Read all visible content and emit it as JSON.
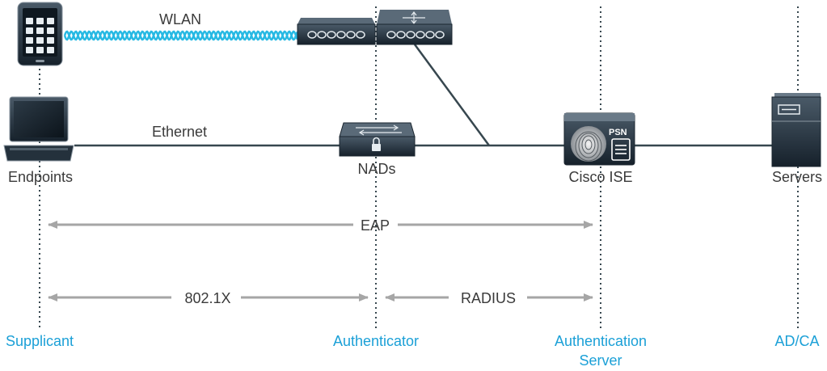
{
  "labels": {
    "wlan": "WLAN",
    "ethernet": "Ethernet",
    "endpoints": "Endpoints",
    "nads": "NADs",
    "cisco_ise": "Cisco ISE",
    "psn": "PSN",
    "servers": "Servers"
  },
  "flows": {
    "eap": "EAP",
    "dot1x": "802.1X",
    "radius": "RADIUS"
  },
  "roles": {
    "supplicant": "Supplicant",
    "authenticator": "Authenticator",
    "authentication_server_line1": "Authentication",
    "authentication_server_line2": "Server",
    "ad_ca": "AD/CA"
  },
  "colors": {
    "role_text": "#1ba0d7",
    "wlan_wave": "#27b9e3",
    "arrow": "#a6a6a6",
    "line": "#37474f",
    "device": "#1f2d3a"
  }
}
